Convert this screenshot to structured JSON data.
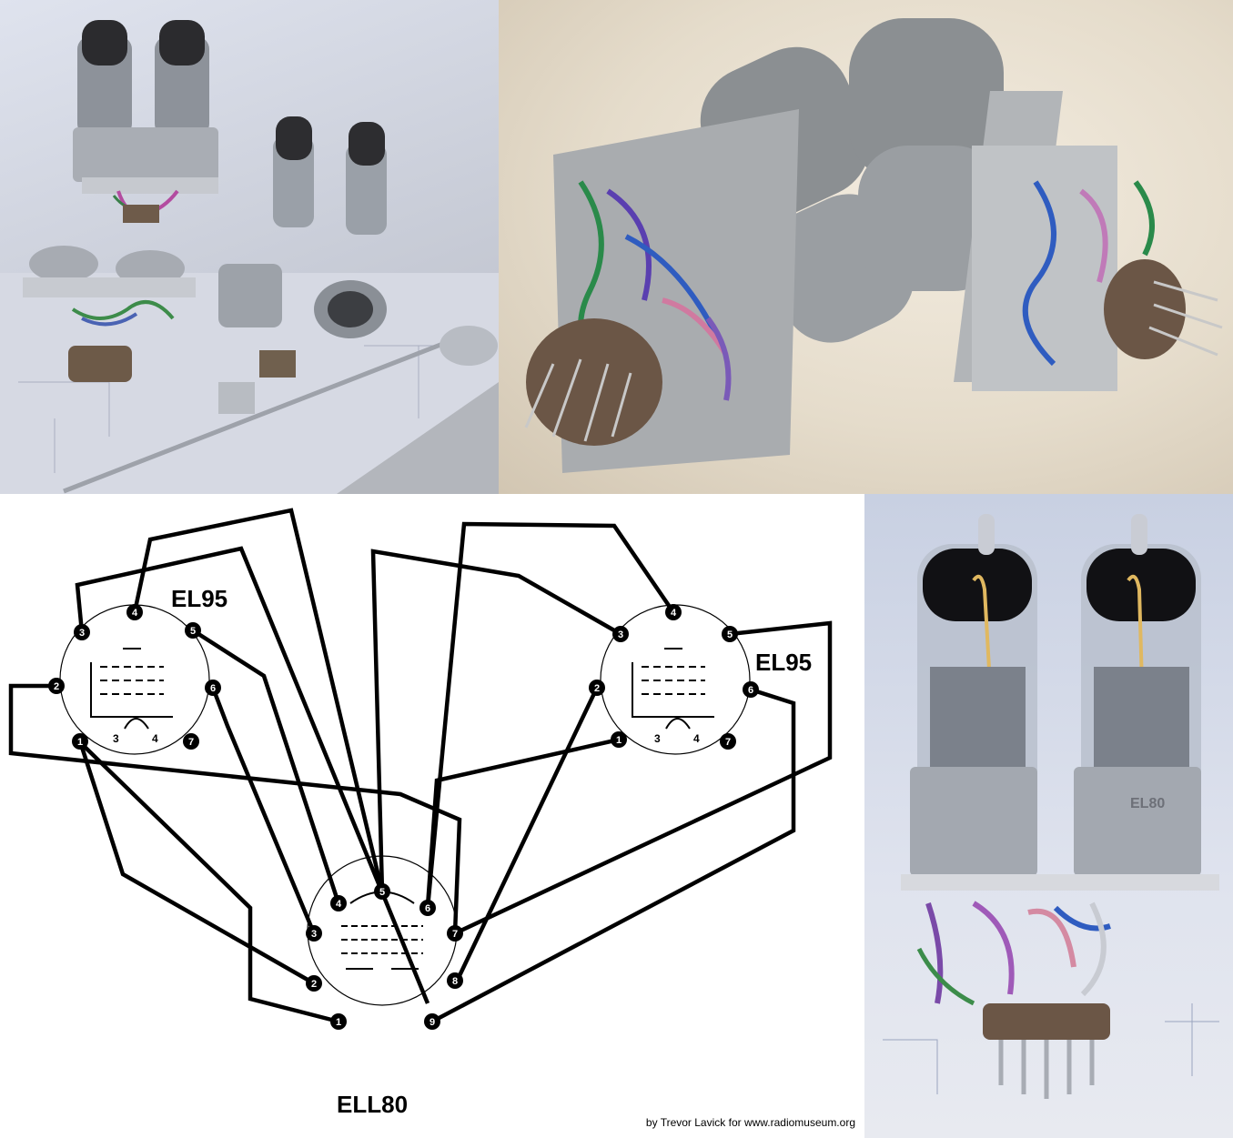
{
  "diagram": {
    "tube_left_label": "EL95",
    "tube_right_label": "EL95",
    "tube_bottom_label": "ELL80",
    "credit": "by Trevor Lavick for www.radiomuseum.org",
    "el95_pins": [
      "1",
      "2",
      "3",
      "4",
      "5",
      "6",
      "7"
    ],
    "el95_inner_labels": [
      "3",
      "4"
    ],
    "ell80_pins": [
      "1",
      "2",
      "3",
      "4",
      "5",
      "6",
      "7",
      "8",
      "9"
    ]
  },
  "photos": {
    "bottom_right_tube_marking": "EL80"
  }
}
